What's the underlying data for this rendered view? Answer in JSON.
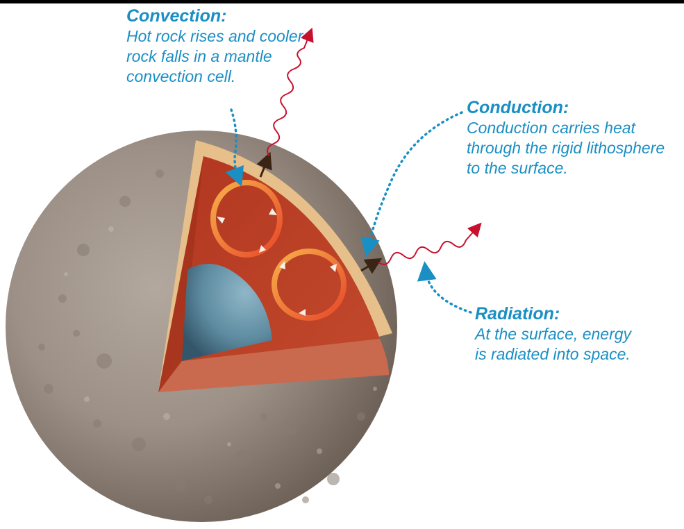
{
  "labels": {
    "convection": {
      "title": "Convection:",
      "lines": [
        "Hot rock rises and cooler",
        "rock falls in a mantle",
        "convection cell."
      ]
    },
    "conduction": {
      "title": "Conduction:",
      "lines": [
        "Conduction carries heat",
        "through the rigid lithosphere",
        "to the surface."
      ]
    },
    "radiation": {
      "title": "Radiation:",
      "lines": [
        "At the surface, energy",
        "is radiated into space."
      ]
    }
  },
  "colors": {
    "label_text": "#1a8fc4",
    "leader_dots": "#1a8fc4",
    "radiation_wave": "#c8102e",
    "mantle": "#b83a22",
    "lithosphere": "#e6bf8a",
    "core": "#5e8ba0",
    "planet_surface": "#9c9087",
    "convection_arrow": "#f07a2a"
  },
  "icons": [
    "planet-cutaway",
    "core-sphere",
    "convection-cell-arrow",
    "radiation-wave-arrow",
    "conduction-arrow",
    "leader-dotted-line"
  ]
}
